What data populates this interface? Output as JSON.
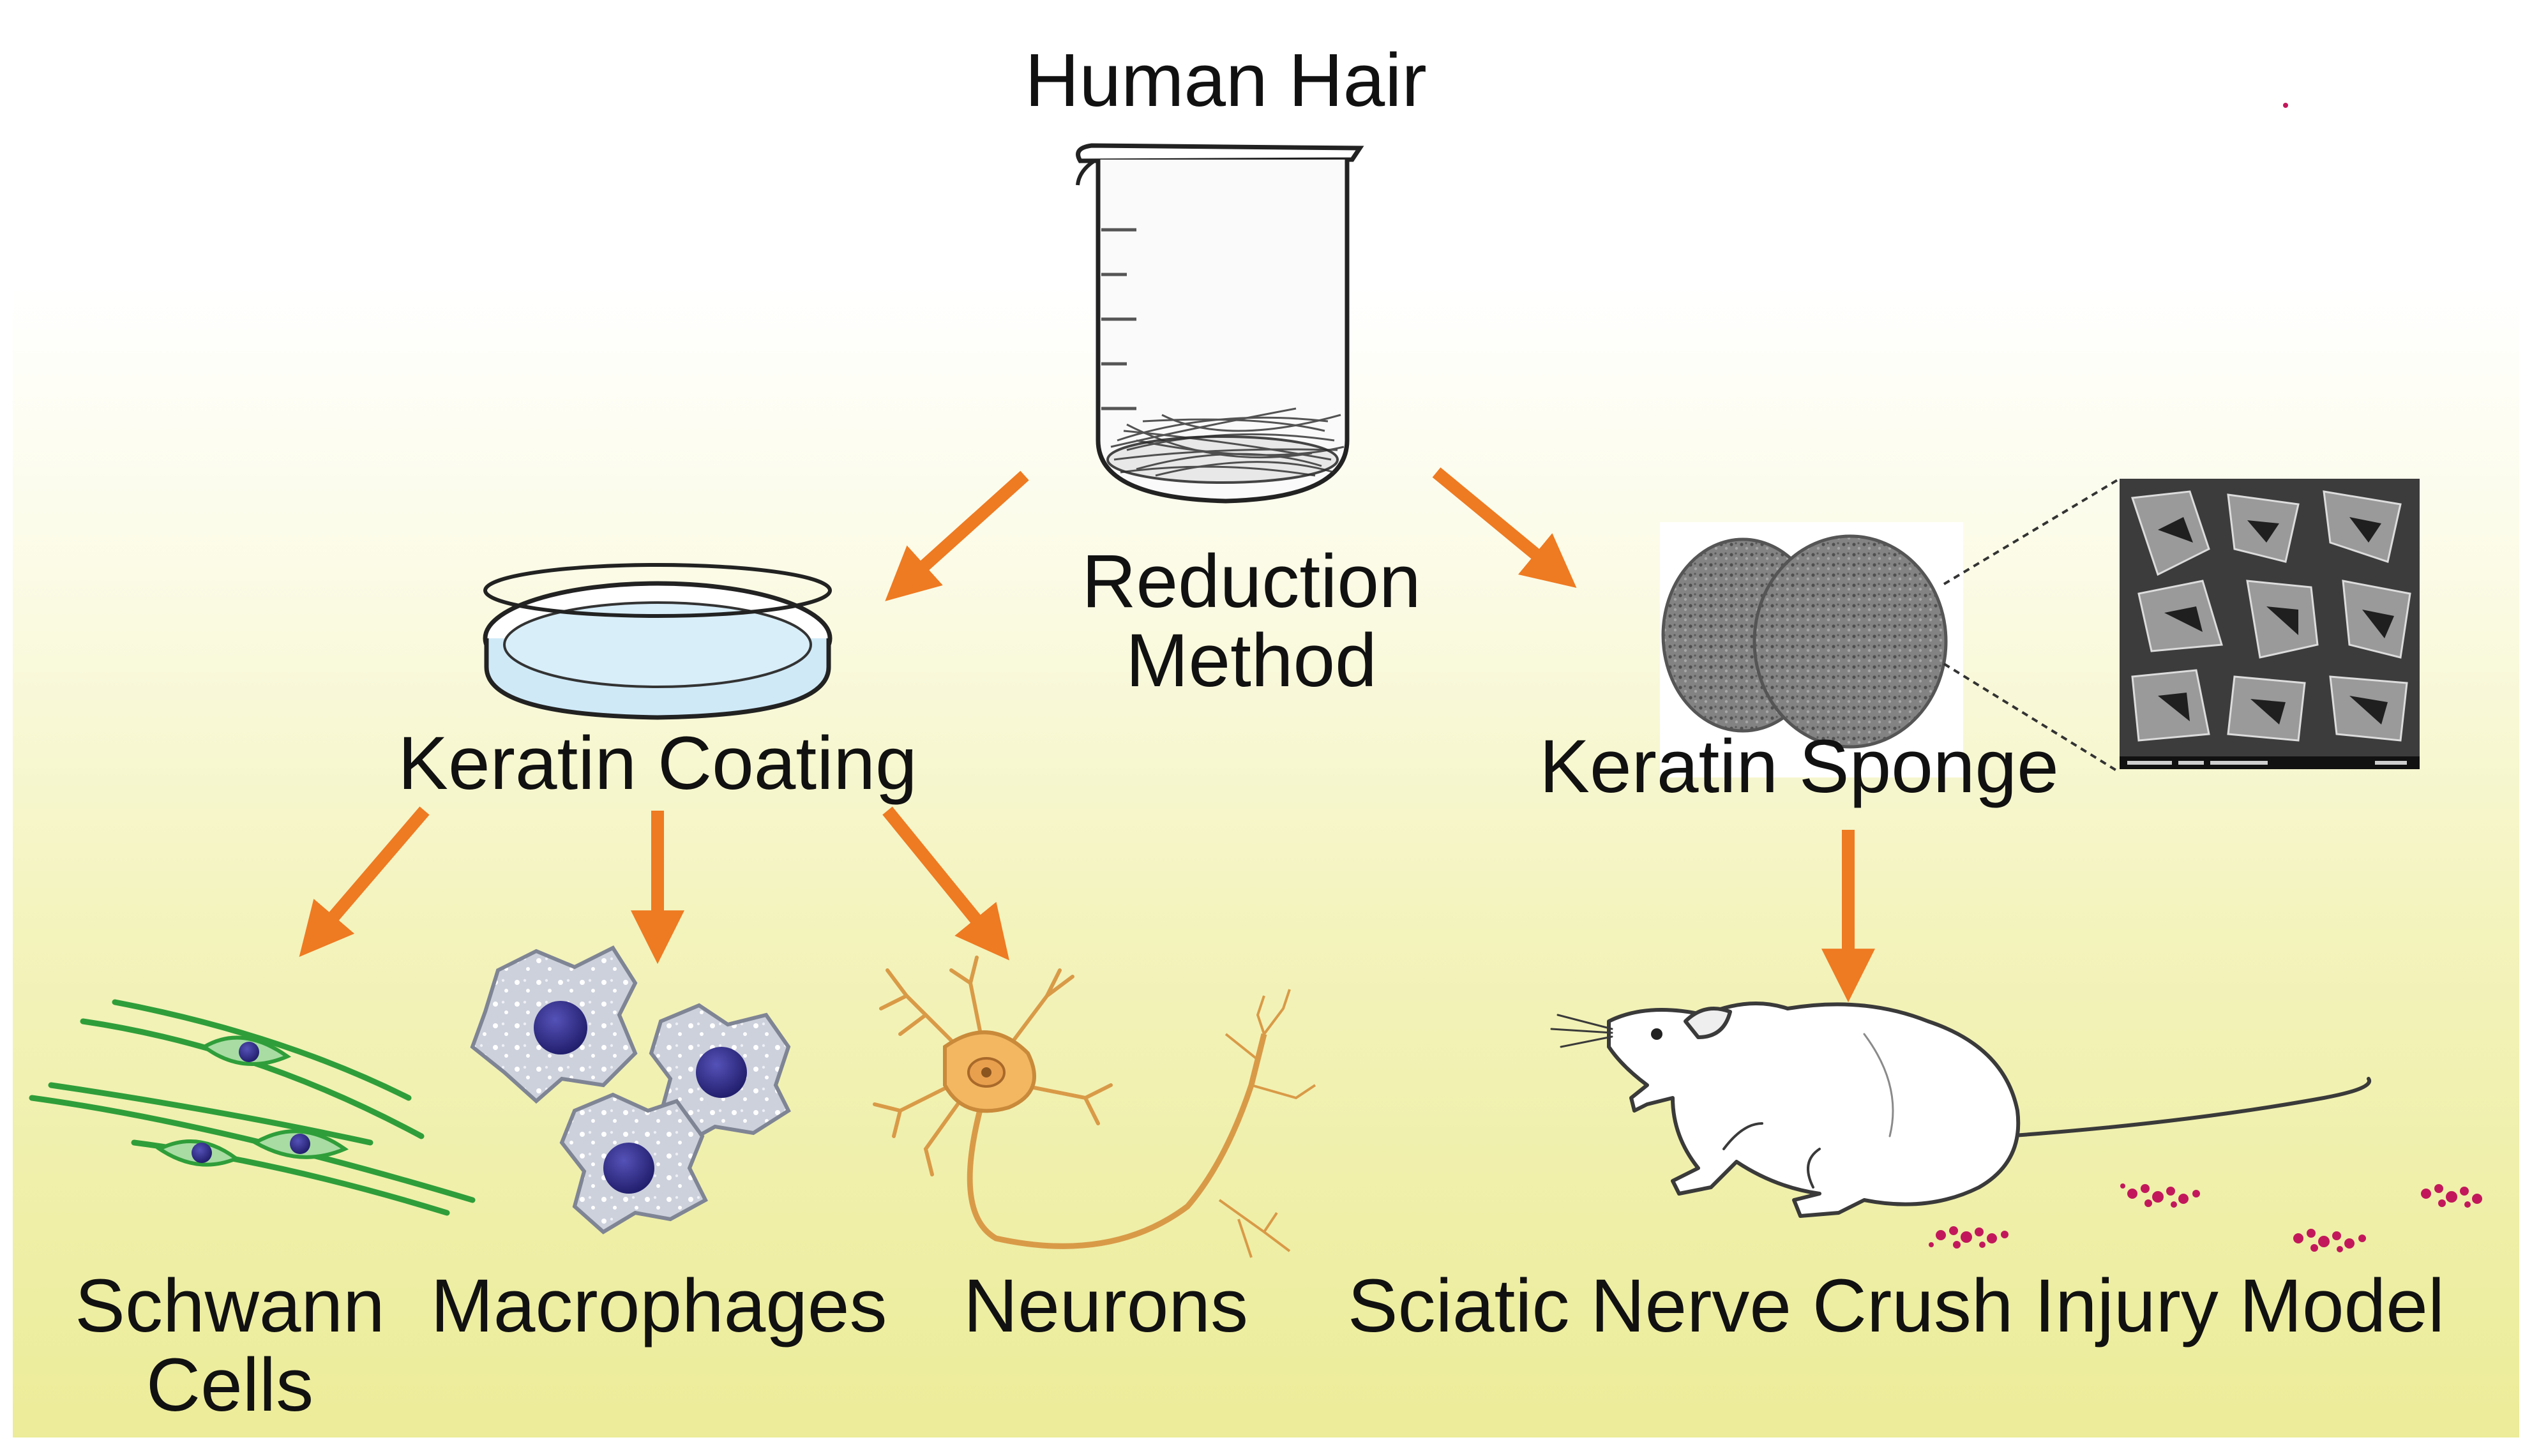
{
  "figure": {
    "source_label": "Human Hair",
    "process_label_line1": "Reduction",
    "process_label_line2": "Method",
    "branch_left": "Keratin Coating",
    "branch_right": "Keratin Sponge",
    "cells": {
      "schwann_line1": "Schwann",
      "schwann_line2": "Cells",
      "macrophages": "Macrophages",
      "neurons": "Neurons"
    },
    "model_label": "Sciatic Nerve Crush Injury Model"
  },
  "colors": {
    "arrow": "#ee7a22",
    "schwann": "#2f9e3a",
    "nucleus": "#2e2a86",
    "macrophage": "#cfd3dc",
    "neuron": "#f0b35e",
    "petri_liquid": "#cfe9f7",
    "sponge": "#7b7b7b"
  },
  "icons": [
    "beaker-icon",
    "petri-dish-icon",
    "sponge-icon",
    "sem-image",
    "schwann-cell-icon",
    "macrophage-icon",
    "neuron-icon",
    "rat-icon",
    "footprint-icon"
  ]
}
